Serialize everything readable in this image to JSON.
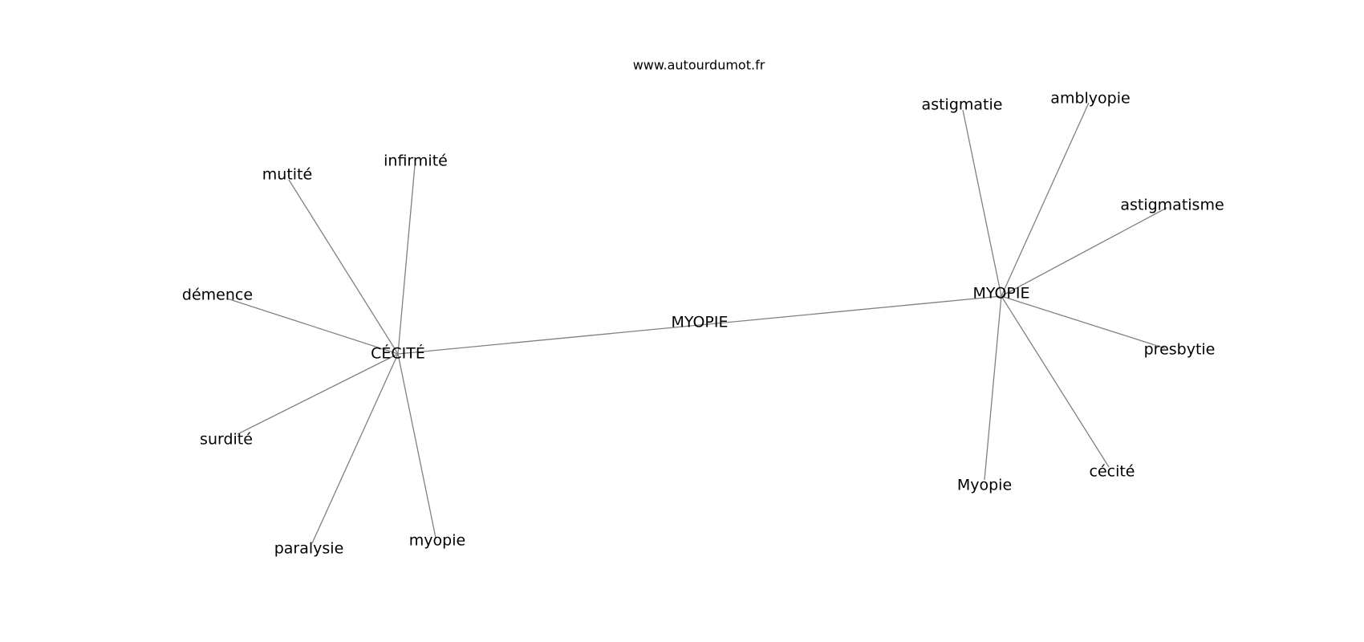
{
  "watermark": "www.autourdumot.fr",
  "graph": {
    "edge_color": "#808080",
    "label_color": "#000000",
    "nodes": [
      {
        "id": "center",
        "label": "MYOPIE"
      },
      {
        "id": "hub_cecite",
        "label": "CÉCITÉ"
      },
      {
        "id": "hub_myopie",
        "label": "MYOPIE"
      },
      {
        "id": "mutite",
        "label": "mutité"
      },
      {
        "id": "infirmite",
        "label": "infirmité"
      },
      {
        "id": "demence",
        "label": "démence"
      },
      {
        "id": "surdite",
        "label": "surdité"
      },
      {
        "id": "paralysie",
        "label": "paralysie"
      },
      {
        "id": "myopie_small",
        "label": "myopie"
      },
      {
        "id": "astigmatie",
        "label": "astigmatie"
      },
      {
        "id": "amblyopie",
        "label": "amblyopie"
      },
      {
        "id": "astigmatisme",
        "label": "astigmatisme"
      },
      {
        "id": "presbytie",
        "label": "presbytie"
      },
      {
        "id": "cecite_small",
        "label": "cécité"
      },
      {
        "id": "Myopie_cap",
        "label": "Myopie"
      }
    ],
    "edges": [
      [
        "hub_cecite",
        "hub_myopie"
      ],
      [
        "hub_cecite",
        "mutite"
      ],
      [
        "hub_cecite",
        "infirmite"
      ],
      [
        "hub_cecite",
        "demence"
      ],
      [
        "hub_cecite",
        "surdite"
      ],
      [
        "hub_cecite",
        "paralysie"
      ],
      [
        "hub_cecite",
        "myopie_small"
      ],
      [
        "hub_myopie",
        "astigmatie"
      ],
      [
        "hub_myopie",
        "amblyopie"
      ],
      [
        "hub_myopie",
        "astigmatisme"
      ],
      [
        "hub_myopie",
        "presbytie"
      ],
      [
        "hub_myopie",
        "cecite_small"
      ],
      [
        "hub_myopie",
        "Myopie_cap"
      ]
    ]
  }
}
